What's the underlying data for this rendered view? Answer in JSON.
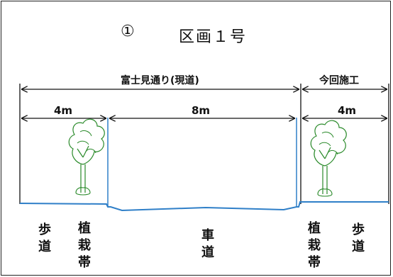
{
  "diagram": {
    "title": {
      "number": "①",
      "text": "区画１号"
    },
    "dimensions": {
      "existing_road": "富士見通り(現道)",
      "this_construction": "今回施工",
      "left_sidewalk_width": "4m",
      "carriageway_width": "8m",
      "right_sidewalk_width": "4m"
    },
    "zones": {
      "left_sidewalk": "歩道",
      "left_planting": "植栽帯",
      "carriageway": "車道",
      "right_planting": "植栽帯",
      "right_sidewalk": "歩道"
    },
    "colors": {
      "ground": "#2f7fc8",
      "tree": "#2a8a2a",
      "ink": "#111111"
    }
  }
}
